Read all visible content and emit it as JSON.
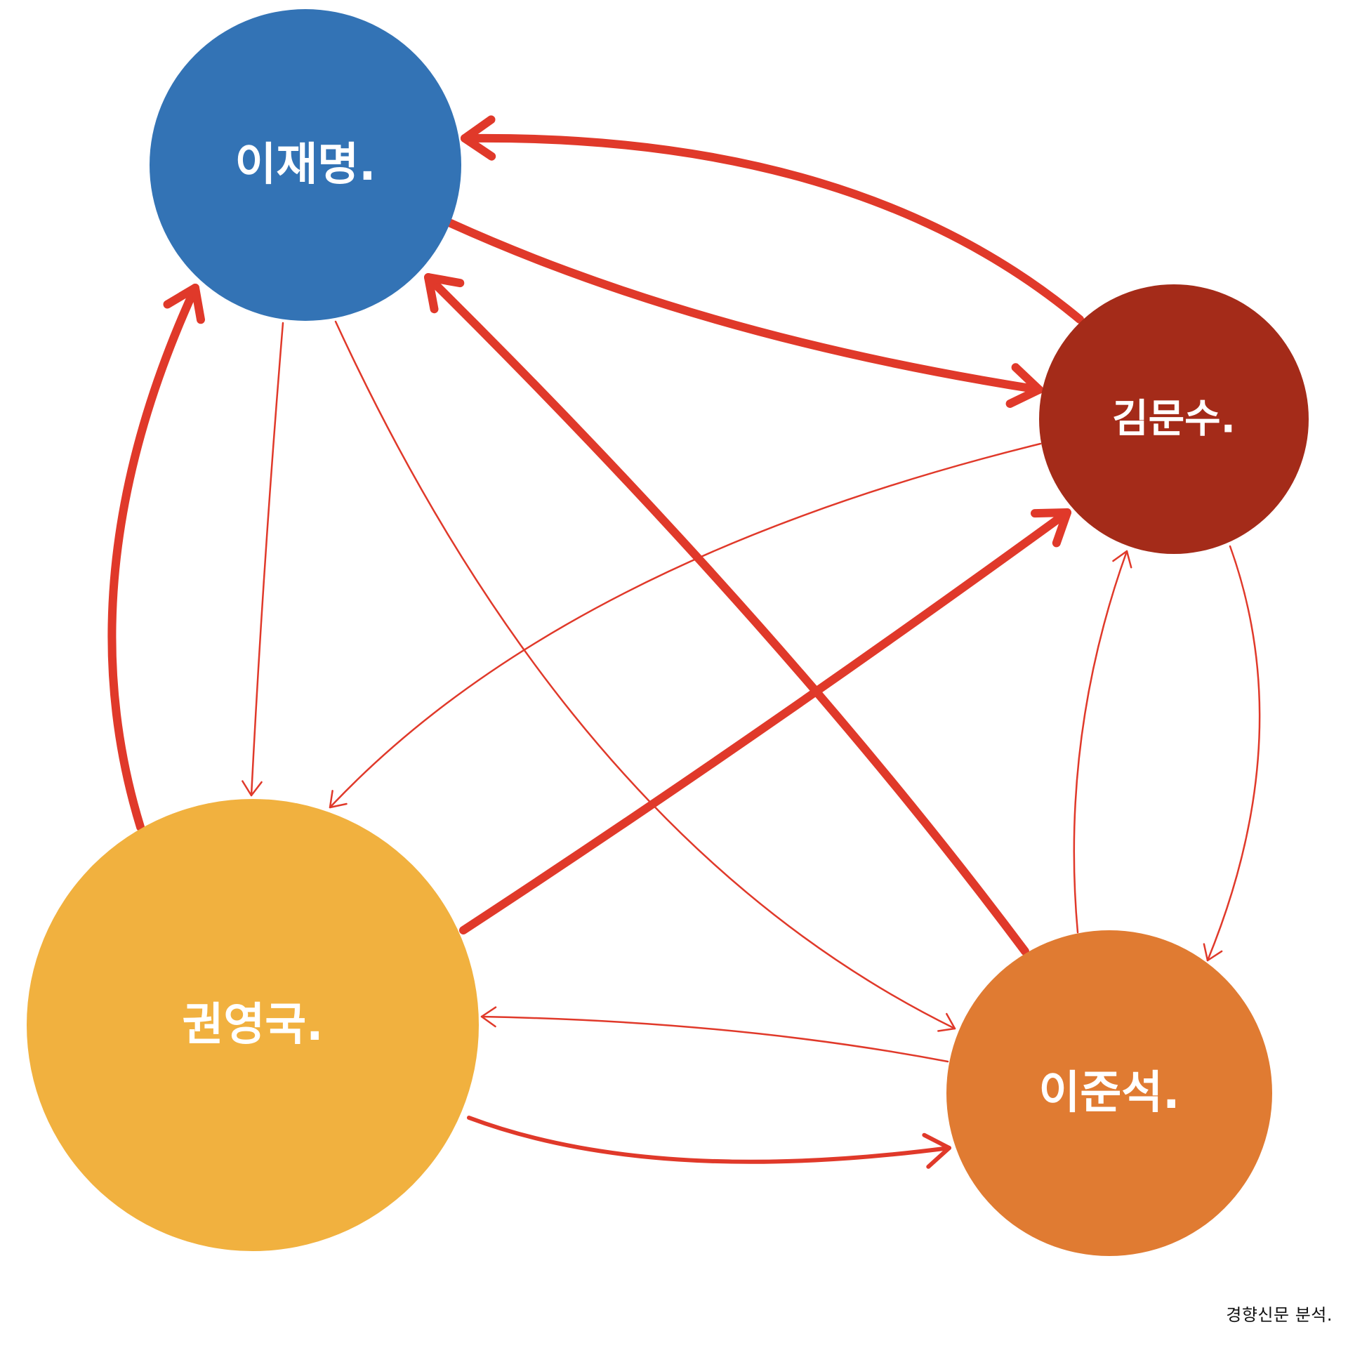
{
  "nodes": [
    {
      "id": "lee-jaemyung",
      "label": "이재명.",
      "color": "#3373b5"
    },
    {
      "id": "kim-moonsoo",
      "label": "김문수.",
      "color": "#a42b19"
    },
    {
      "id": "kwon-youngguk",
      "label": "권영국.",
      "color": "#f1b13f"
    },
    {
      "id": "lee-junseok",
      "label": "이준석.",
      "color": "#e07b32"
    }
  ],
  "edges": [
    {
      "from": "lee-jaemyung",
      "to": "kim-moonsoo",
      "weight": "strong"
    },
    {
      "from": "kim-moonsoo",
      "to": "lee-jaemyung",
      "weight": "strong"
    },
    {
      "from": "lee-jaemyung",
      "to": "kwon-youngguk",
      "weight": "weak"
    },
    {
      "from": "kwon-youngguk",
      "to": "lee-jaemyung",
      "weight": "strong"
    },
    {
      "from": "lee-jaemyung",
      "to": "lee-junseok",
      "weight": "weak"
    },
    {
      "from": "lee-junseok",
      "to": "lee-jaemyung",
      "weight": "strong"
    },
    {
      "from": "kim-moonsoo",
      "to": "kwon-youngguk",
      "weight": "weak"
    },
    {
      "from": "kwon-youngguk",
      "to": "kim-moonsoo",
      "weight": "strong"
    },
    {
      "from": "kim-moonsoo",
      "to": "lee-junseok",
      "weight": "weak"
    },
    {
      "from": "lee-junseok",
      "to": "kim-moonsoo",
      "weight": "weak"
    },
    {
      "from": "lee-junseok",
      "to": "kwon-youngguk",
      "weight": "weak"
    },
    {
      "from": "kwon-youngguk",
      "to": "lee-junseok",
      "weight": "medium"
    }
  ],
  "edge_color": "#e0392a",
  "source": "경향신문 분석."
}
